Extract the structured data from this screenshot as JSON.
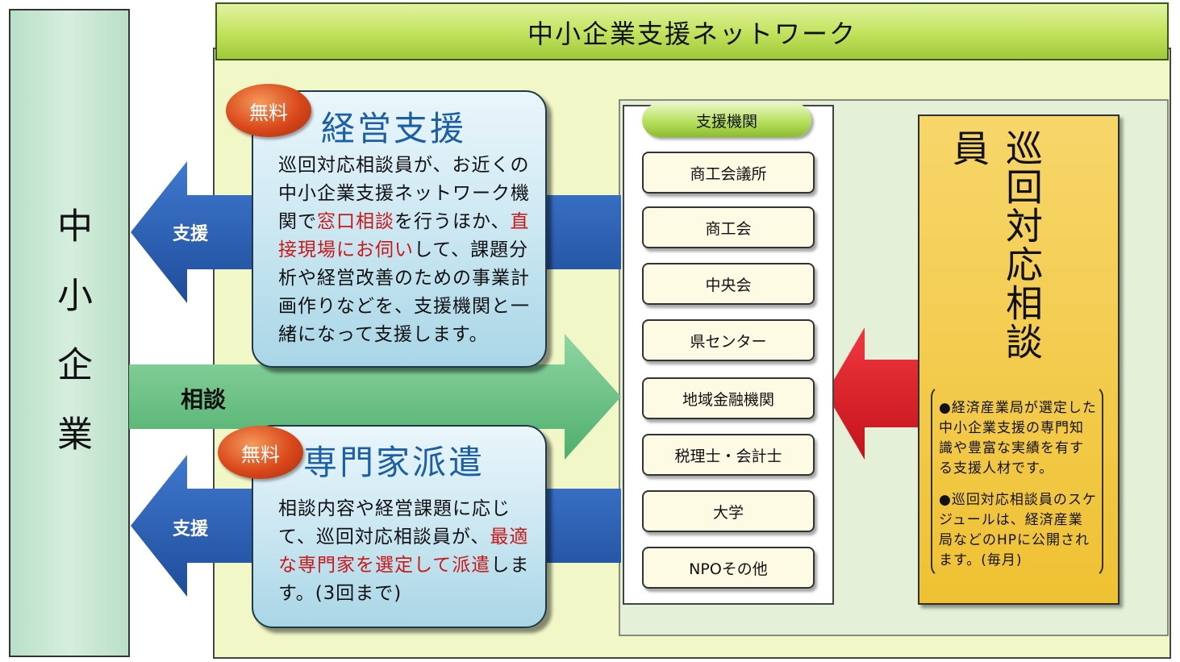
{
  "sme": {
    "label": "中小企業"
  },
  "network": {
    "title": "中小企業支援ネットワーク"
  },
  "arrows": {
    "support_top": "支援",
    "support_bottom": "支援",
    "consult": "相談"
  },
  "management_support": {
    "badge": "無料",
    "title": "経営支援",
    "body_parts": [
      {
        "text": "巡回対応相談員が、お近くの中小企業支援ネットワーク機関で",
        "highlight": false
      },
      {
        "text": "窓口相談",
        "highlight": true
      },
      {
        "text": "を行うほか、",
        "highlight": false
      },
      {
        "text": "直接現場にお伺い",
        "highlight": true
      },
      {
        "text": "して、課題分析や経営改善のための事業計画作りなどを、支援機関と一緒になって支援します。",
        "highlight": false
      }
    ]
  },
  "expert_dispatch": {
    "badge": "無料",
    "title": "専門家派遣",
    "body_parts": [
      {
        "text": "相談内容や経営課題に応じて、巡回対応相談員が、",
        "highlight": false
      },
      {
        "text": "最適な専門家を選定して派遣",
        "highlight": true
      },
      {
        "text": "します。(3回まで)",
        "highlight": false
      }
    ]
  },
  "support_orgs": {
    "header": "支援機関",
    "items": [
      "商工会議所",
      "商工会",
      "中央会",
      "県センター",
      "地域金融機関",
      "税理士・会計士",
      "大学",
      "NPOその他"
    ]
  },
  "advisor": {
    "title": "巡回対応相談員",
    "note_1": "●経済産業局が選定した中小企業支援の専門知識や豊富な実績を有する支援人材です。",
    "note_2": "●巡回対応相談員のスケジュールは、経済産業局などのHPに公開されます。(毎月)"
  },
  "colors": {
    "network_bg": "#f1f7c6",
    "sme_bg": "#cde8d6",
    "title_bar": "#c6e66a",
    "support_arrow": "#2e62b9",
    "consult_arrow": "#6fc48a",
    "advisor_arrow": "#e0232a",
    "box_title": "#1b5fa8",
    "highlight": "#cc1717",
    "advisor_bg": "#efc133"
  }
}
